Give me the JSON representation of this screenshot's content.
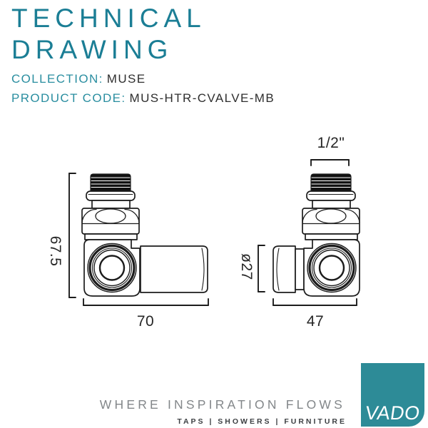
{
  "header": {
    "title_line1": "TECHNICAL",
    "title_line2": "DRAWING",
    "collection_label": "COLLECTION:",
    "collection_value": "MUSE",
    "product_code_label": "PRODUCT CODE:",
    "product_code_value": "MUS-HTR-CVALVE-MB"
  },
  "dims": {
    "height": "67.5",
    "width_front": "70",
    "thread": "1/2\"",
    "diameter": "ø27",
    "width_side": "47"
  },
  "footer": {
    "tagline": "WHERE INSPIRATION FLOWS",
    "services": "TAPS | SHOWERS | FURNITURE",
    "logo_text": "VADO"
  },
  "colors": {
    "accent_teal": "#1b7e95",
    "logo_teal": "#2d8b97",
    "line_black": "#1c1c1c",
    "text_dark": "#2e2e2e",
    "tagline_gray": "#83878a"
  }
}
